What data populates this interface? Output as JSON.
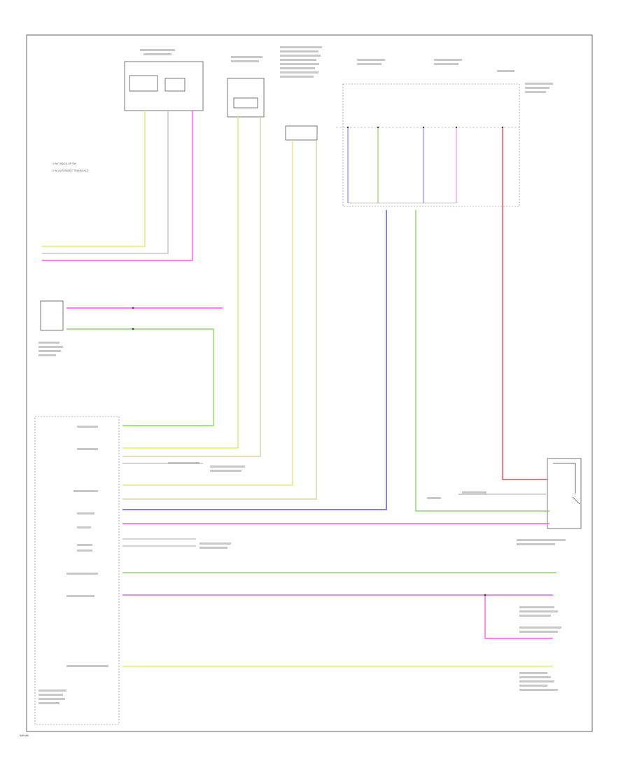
{
  "footer": {
    "code": "W9 M6"
  },
  "legend": {
    "items": [
      "1  W/O BACK-UP SW",
      "2  W/ AUTOMATIC TRANSAXLE"
    ]
  },
  "colors": {
    "yellow": "#e8e870",
    "pink": "#ff55ff",
    "green": "#88dd55",
    "blue": "#5555ff",
    "red": "#ff4444",
    "tan": "#d8c898",
    "gray": "#bbbbbb",
    "violet": "#bb66dd",
    "frame": "#666666"
  }
}
